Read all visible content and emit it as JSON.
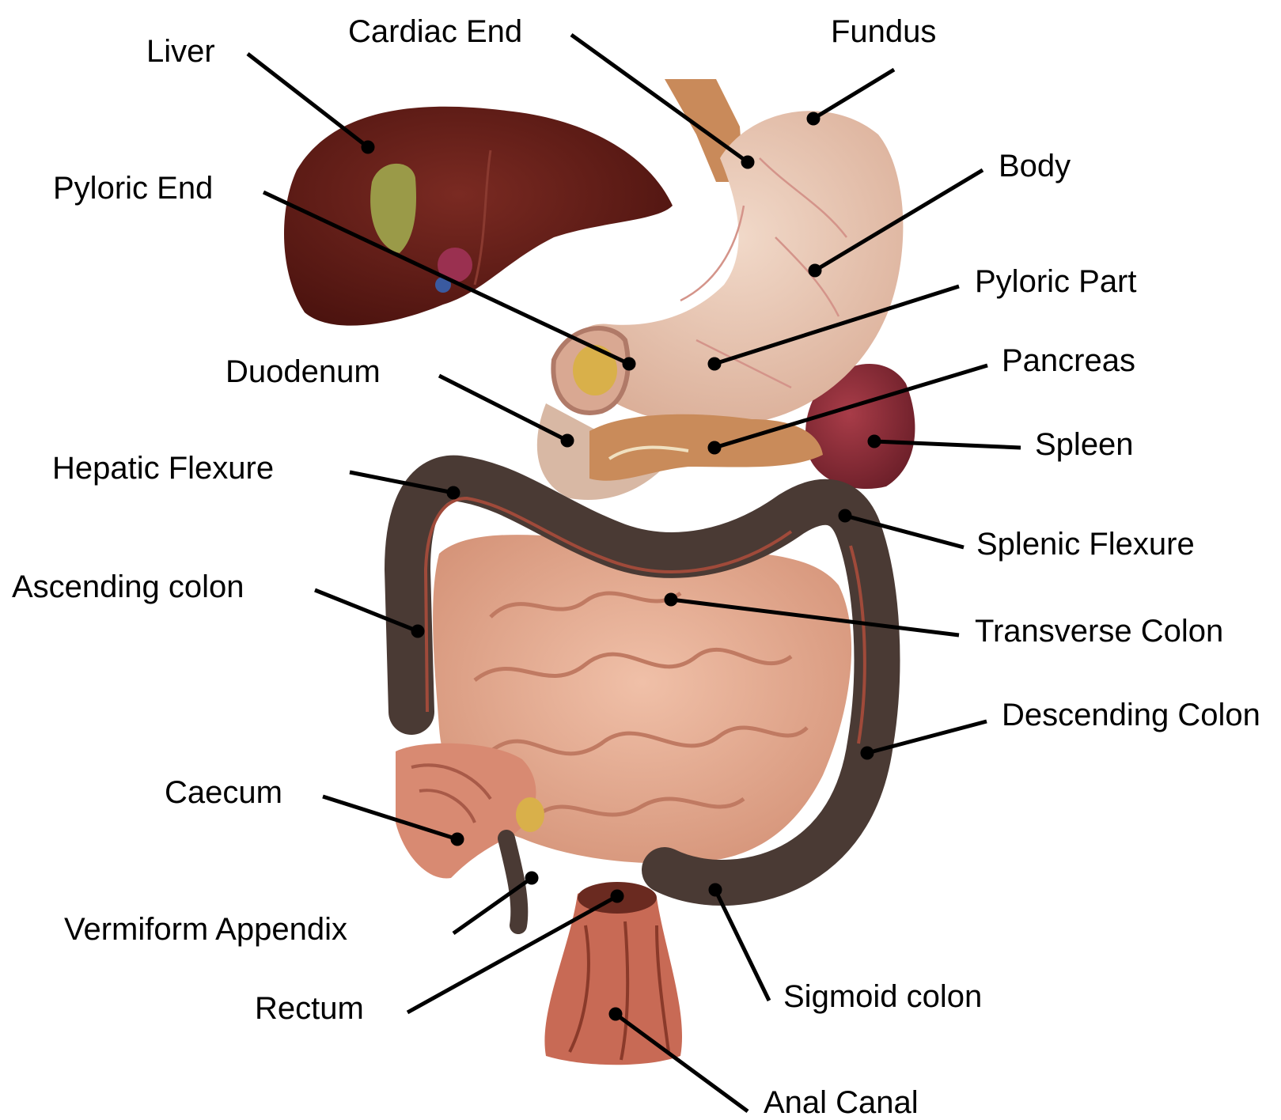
{
  "labels": {
    "liver": "Liver",
    "cardiac_end": "Cardiac End",
    "fundus": "Fundus",
    "pyloric_end": "Pyloric End",
    "body": "Body",
    "pyloric_part": "Pyloric Part",
    "duodenum": "Duodenum",
    "pancreas": "Pancreas",
    "spleen": "Spleen",
    "hepatic_flexure": "Hepatic Flexure",
    "splenic_flexure": "Splenic Flexure",
    "ascending_colon": "Ascending colon",
    "transverse_colon": "Transverse Colon",
    "descending_colon": "Descending Colon",
    "caecum": "Caecum",
    "vermiform_appendix": "Vermiform Appendix",
    "rectum": "Rectum",
    "sigmoid_colon": "Sigmoid colon",
    "anal_canal": "Anal Canal"
  },
  "colors": {
    "liver": "#5e1a14",
    "stomach": "#e8c4b0",
    "colon": "#4a3a34",
    "small_intestine": "#e6a98e",
    "spleen": "#8a2a35",
    "pancreas": "#c98b5a",
    "rectum": "#c86a55",
    "gallbladder": "#8a8a3a",
    "leader": "#000000"
  }
}
